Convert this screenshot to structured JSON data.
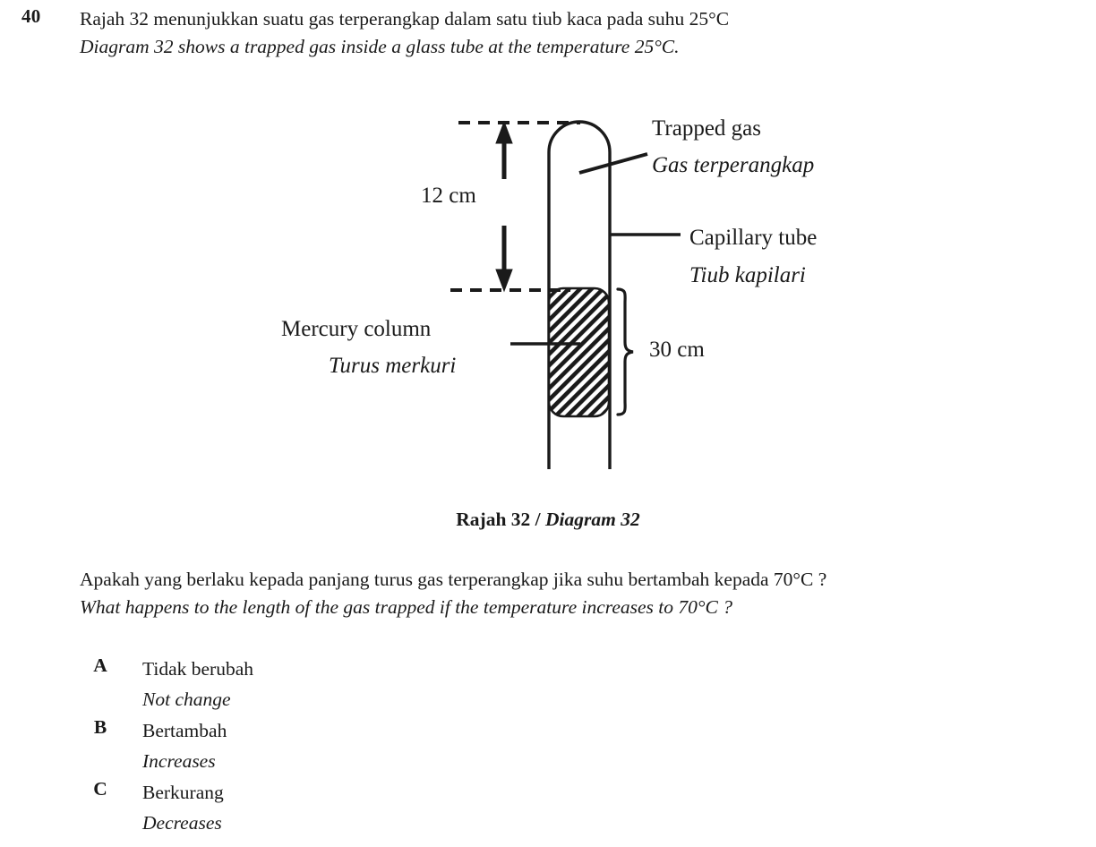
{
  "question": {
    "number": "40",
    "stem_ms": "Rajah 32 menunjukkan suatu gas terperangkap dalam satu tiub kaca pada suhu 25°C",
    "stem_en": "Diagram 32 shows a trapped gas inside a glass tube at the temperature 25°C.",
    "prompt_ms": "Apakah yang berlaku kepada panjang turus gas terperangkap jika suhu bertambah kepada 70°C ?",
    "prompt_en": "What happens to the length of the gas trapped if the temperature increases to 70°C ?"
  },
  "diagram": {
    "caption_ms": "Rajah 32 / ",
    "caption_en": "Diagram 32",
    "labels": {
      "trapped_gas_en": "Trapped gas",
      "trapped_gas_ms": "Gas terperangkap",
      "capillary_tube_en": "Capillary tube",
      "capillary_tube_ms": "Tiub kapilari",
      "mercury_column_en": "Mercury column",
      "mercury_column_ms": "Turus merkuri"
    },
    "dimensions": {
      "gas_length": "12 cm",
      "mercury_length": "30 cm"
    },
    "colors": {
      "ink": "#1a1a1a",
      "background": "#ffffff"
    }
  },
  "options": [
    {
      "letter": "A",
      "text_ms": "Tidak berubah",
      "text_en": "Not change"
    },
    {
      "letter": "B",
      "text_ms": "Bertambah",
      "text_en": "Increases"
    },
    {
      "letter": "C",
      "text_ms": "Berkurang",
      "text_en": "Decreases"
    }
  ]
}
